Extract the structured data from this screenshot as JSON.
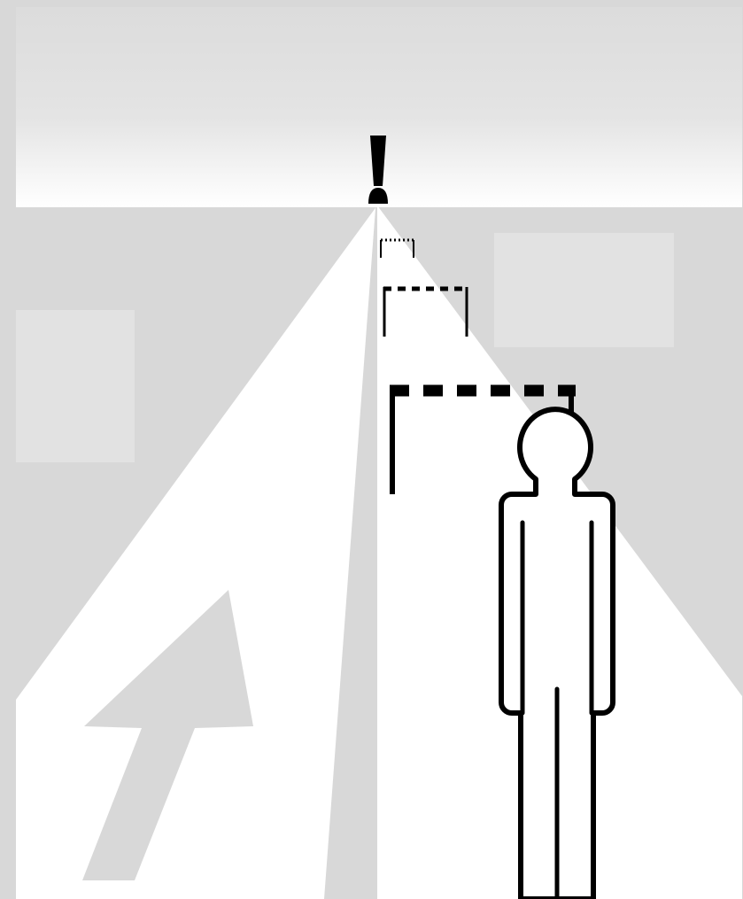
{
  "colors": {
    "background": "#d8d8d8",
    "frame": "#d3d3d3",
    "panel": "#e2e2e2",
    "road_surface": "#ffffff",
    "ink": "#000000",
    "arrow": "#d8d8d8"
  },
  "icons": {
    "alert": "exclamation-mark",
    "person": "standing-person-outline",
    "direction": "forward-arrow",
    "brackets": "dashed-height-clearance-brackets"
  },
  "clearance_brackets": {
    "count": 3,
    "dash_style": [
      "dotted",
      "dashed",
      "dashed-bold"
    ]
  }
}
